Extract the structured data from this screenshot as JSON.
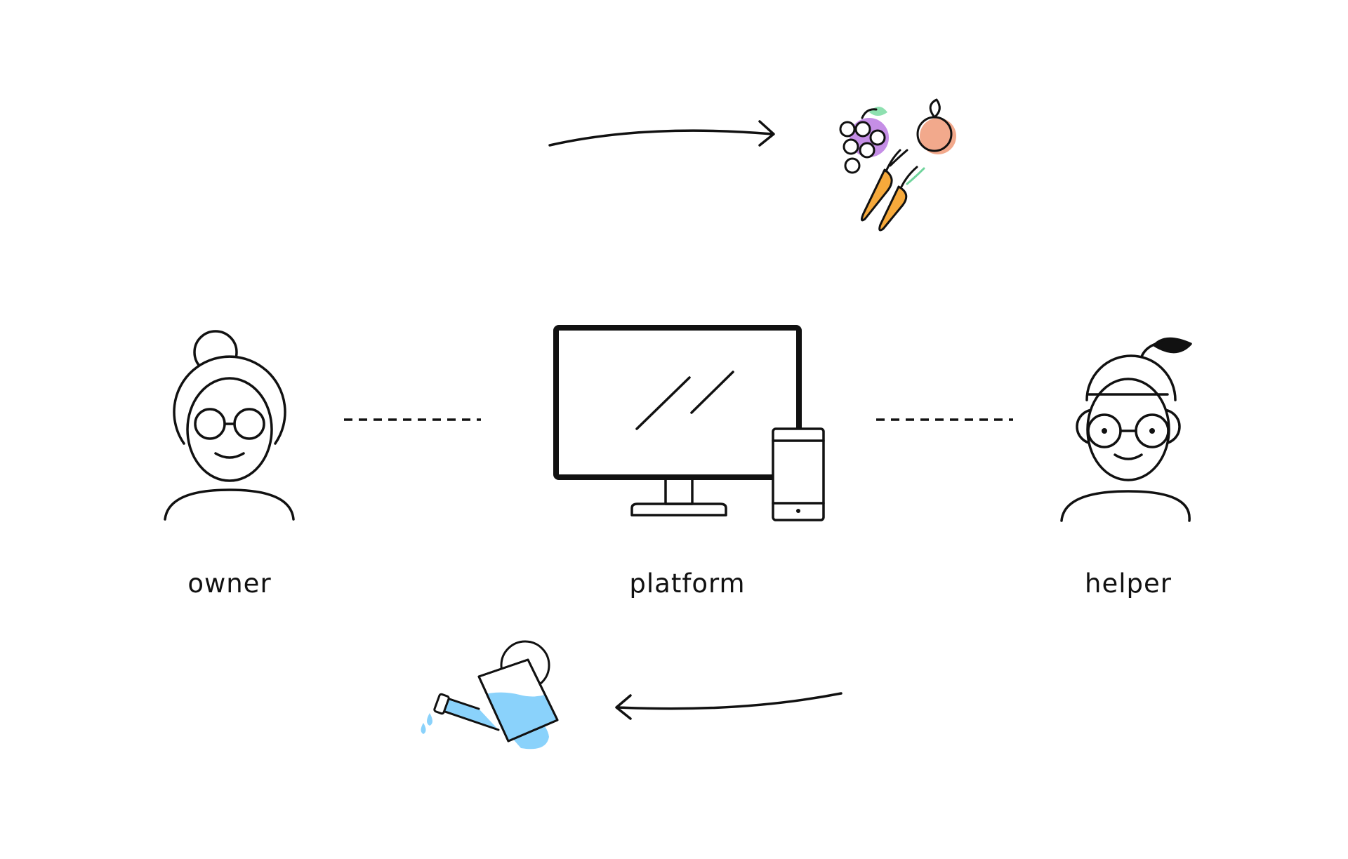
{
  "labels": {
    "owner": "owner",
    "platform": "platform",
    "helper": "helper"
  },
  "icons": {
    "owner": "owner-person-icon",
    "platform": "monitor-and-phone-icon",
    "helper": "helper-person-icon",
    "produce": "fruits-vegetables-icon",
    "watering": "watering-can-icon"
  },
  "colors": {
    "stroke": "#111111",
    "grape": "#c58ee6",
    "grape_leaf": "#8ee0b0",
    "peach": "#f2a98c",
    "carrot": "#f6a93b",
    "carrot_leaf": "#6fd49c",
    "water": "#8ad2fb"
  }
}
